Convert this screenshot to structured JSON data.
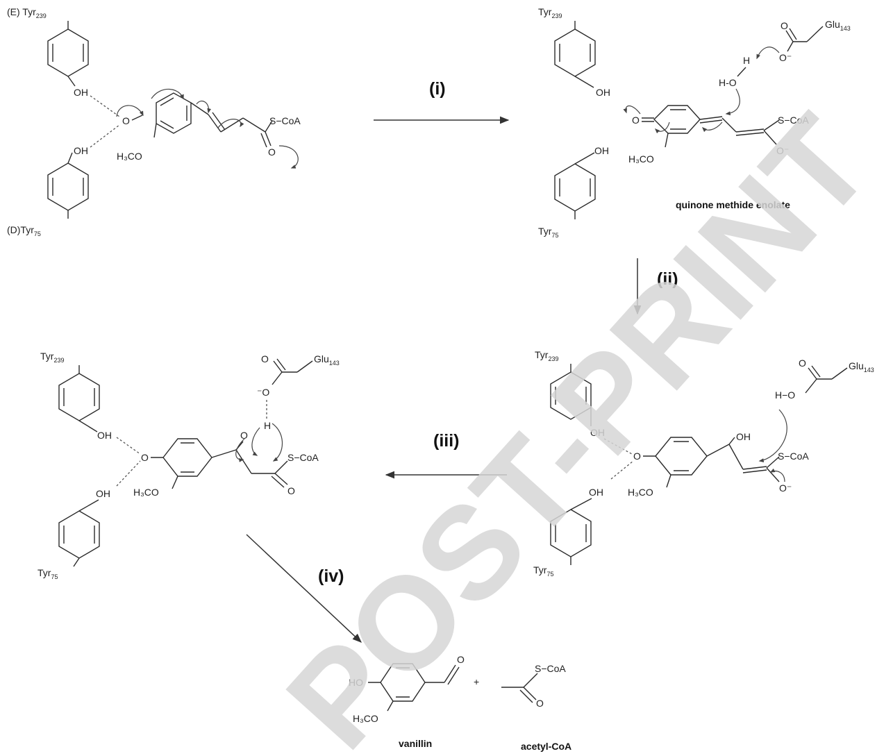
{
  "watermark": "POST-PRINT",
  "steps": {
    "i": "(i)",
    "ii": "(ii)",
    "iii": "(iii)",
    "iv": "(iv)"
  },
  "panel1": {
    "tyr239": {
      "pre": "(E) Tyr",
      "sub": "239"
    },
    "tyr75": {
      "pre": "(D)Tyr",
      "sub": "75"
    },
    "oh_top": "OH",
    "oh_bottom": "OH",
    "o": "O",
    "h3co": "H₃CO",
    "s_coa": "S−CoA",
    "o_carbonyl": "O"
  },
  "panel2": {
    "tyr239": {
      "pre": "Tyr",
      "sub": "239"
    },
    "tyr75": {
      "pre": "Tyr",
      "sub": "75"
    },
    "glu": {
      "pre": "Glu",
      "sub": "143"
    },
    "oh_top": "OH",
    "oh_bottom": "OH",
    "h": "H",
    "ho": "H-O",
    "o_glu": "O",
    "o_minus": "O⁻",
    "o_quinone": "O",
    "h3co": "H₃CO",
    "s_coa": "S−CoA",
    "o_enolate": "O⁻",
    "caption": "quinone methide enolate"
  },
  "panel3": {
    "tyr239": {
      "pre": "Tyr",
      "sub": "239"
    },
    "tyr75": {
      "pre": "Tyr",
      "sub": "75"
    },
    "glu": {
      "pre": "Glu",
      "sub": "143"
    },
    "oh_top": "OH",
    "oh_bottom": "OH",
    "oh_benzyl": "OH",
    "ho": "H−O",
    "o_glu": "O",
    "o": "O",
    "h3co": "H₃CO",
    "s_coa": "S−CoA",
    "o_enolate": "O⁻"
  },
  "panel4": {
    "tyr239": {
      "pre": "Tyr",
      "sub": "239"
    },
    "tyr75": {
      "pre": "Tyr",
      "sub": "75"
    },
    "glu": {
      "pre": "Glu",
      "sub": "143"
    },
    "oh_top": "OH",
    "oh_bottom": "OH",
    "o_glu": "O",
    "o_minus": "⁻O",
    "o_alk": "O",
    "h": "H",
    "o": "O",
    "h3co": "H₃CO",
    "s_coa": "S−CoA",
    "o_carbonyl": "O"
  },
  "products": {
    "ho": "HO",
    "h3co": "H₃CO",
    "o_ald": "O",
    "plus": "+",
    "s_coa": "S−CoA",
    "o_acetyl": "O",
    "vanillin": "vanillin",
    "acetyl_coa": "acetyl-CoA"
  }
}
